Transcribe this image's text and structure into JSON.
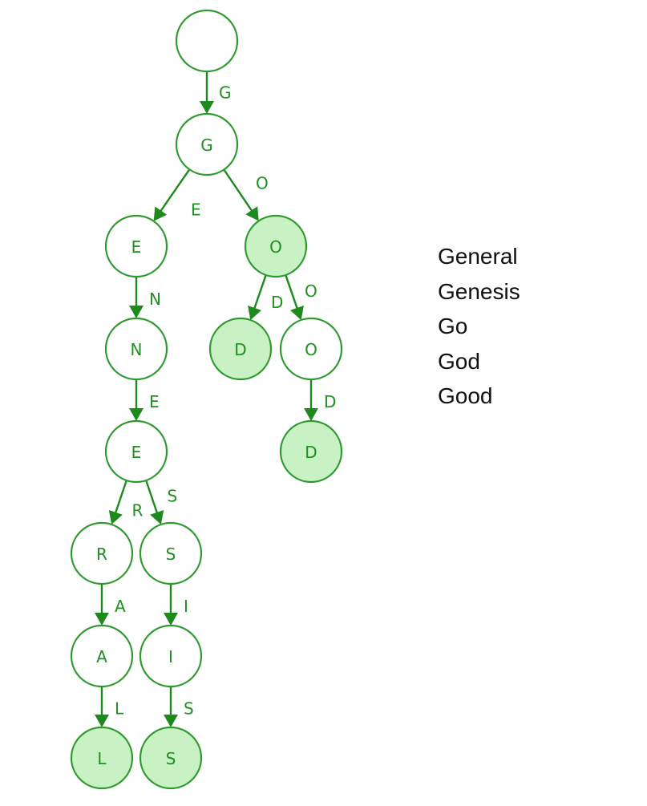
{
  "trie": {
    "nodes": [
      {
        "id": "root",
        "label": "",
        "terminal": false
      },
      {
        "id": "g",
        "label": "G",
        "terminal": false
      },
      {
        "id": "ge",
        "label": "E",
        "terminal": false
      },
      {
        "id": "go",
        "label": "O",
        "terminal": true
      },
      {
        "id": "gen",
        "label": "N",
        "terminal": false
      },
      {
        "id": "god",
        "label": "D",
        "terminal": true
      },
      {
        "id": "goo",
        "label": "O",
        "terminal": false
      },
      {
        "id": "gene",
        "label": "E",
        "terminal": false
      },
      {
        "id": "good",
        "label": "D",
        "terminal": true
      },
      {
        "id": "gener",
        "label": "R",
        "terminal": false
      },
      {
        "id": "genes",
        "label": "S",
        "terminal": false
      },
      {
        "id": "genera",
        "label": "A",
        "terminal": false
      },
      {
        "id": "genesi",
        "label": "I",
        "terminal": false
      },
      {
        "id": "general",
        "label": "L",
        "terminal": true
      },
      {
        "id": "genesis",
        "label": "S",
        "terminal": true
      }
    ],
    "edges": [
      {
        "from": "root",
        "to": "g",
        "label": "G"
      },
      {
        "from": "g",
        "to": "ge",
        "label": "E"
      },
      {
        "from": "g",
        "to": "go",
        "label": "O"
      },
      {
        "from": "ge",
        "to": "gen",
        "label": "N"
      },
      {
        "from": "go",
        "to": "god",
        "label": "D"
      },
      {
        "from": "go",
        "to": "goo",
        "label": "O"
      },
      {
        "from": "gen",
        "to": "gene",
        "label": "E"
      },
      {
        "from": "goo",
        "to": "good",
        "label": "D"
      },
      {
        "from": "gene",
        "to": "gener",
        "label": "R"
      },
      {
        "from": "gene",
        "to": "genes",
        "label": "S"
      },
      {
        "from": "gener",
        "to": "genera",
        "label": "A"
      },
      {
        "from": "genes",
        "to": "genesi",
        "label": "I"
      },
      {
        "from": "genera",
        "to": "general",
        "label": "L"
      },
      {
        "from": "genesi",
        "to": "genesis",
        "label": "S"
      }
    ]
  },
  "words": [
    "General",
    "Genesis",
    "Go",
    "God",
    "Good"
  ],
  "colors": {
    "stroke": "#2e9a2e",
    "terminal_fill": "#c8f2c4",
    "plain_fill": "#ffffff",
    "text": "#1f8f1f"
  }
}
